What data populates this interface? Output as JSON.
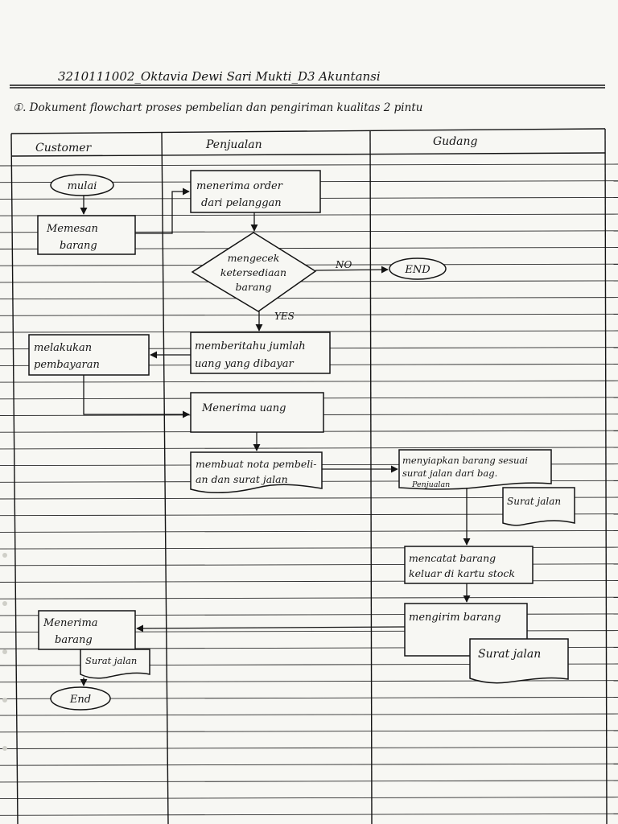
{
  "header": {
    "title": "3210111002_Oktavia Dewi Sari Mukti_D3 Akuntansi",
    "subtitle": "①. Dokument flowchart proses pembelian dan pengiriman kualitas 2 pintu"
  },
  "lanes": {
    "customer": "Customer",
    "penjualan": "Penjualan",
    "gudang": "Gudang"
  },
  "nodes": {
    "mulai": "mulai",
    "memesan_barang": [
      "Memesan",
      "barang"
    ],
    "menerima_order": [
      "menerima order",
      "dari pelanggan"
    ],
    "mengecek": [
      "mengecek",
      "ketersediaan",
      "barang"
    ],
    "end_gudang": "END",
    "memberitahu": [
      "memberitahu jumlah",
      "uang yang dibayar"
    ],
    "melakukan_pembayaran": [
      "melakukan",
      "pembayaran"
    ],
    "menerima_uang": "Menerima uang",
    "membuat_nota": [
      "membuat nota pembeli-",
      "an dan surat jalan"
    ],
    "menyiapkan_barang": [
      "menyiapkan barang sesuai",
      "surat jalan dari bag.",
      "Penjualan"
    ],
    "surat_jalan_1": "Surat jalan",
    "mencatat_barang": [
      "mencatat barang",
      "keluar di kartu stock"
    ],
    "mengirim_barang": "mengirim barang",
    "surat_jalan_2": "Surat jalan",
    "menerima_barang": [
      "Menerima",
      "barang"
    ],
    "surat_jalan_3": "Surat jalan",
    "end_customer": "End"
  },
  "edge_labels": {
    "no": "NO",
    "yes": "YES"
  }
}
